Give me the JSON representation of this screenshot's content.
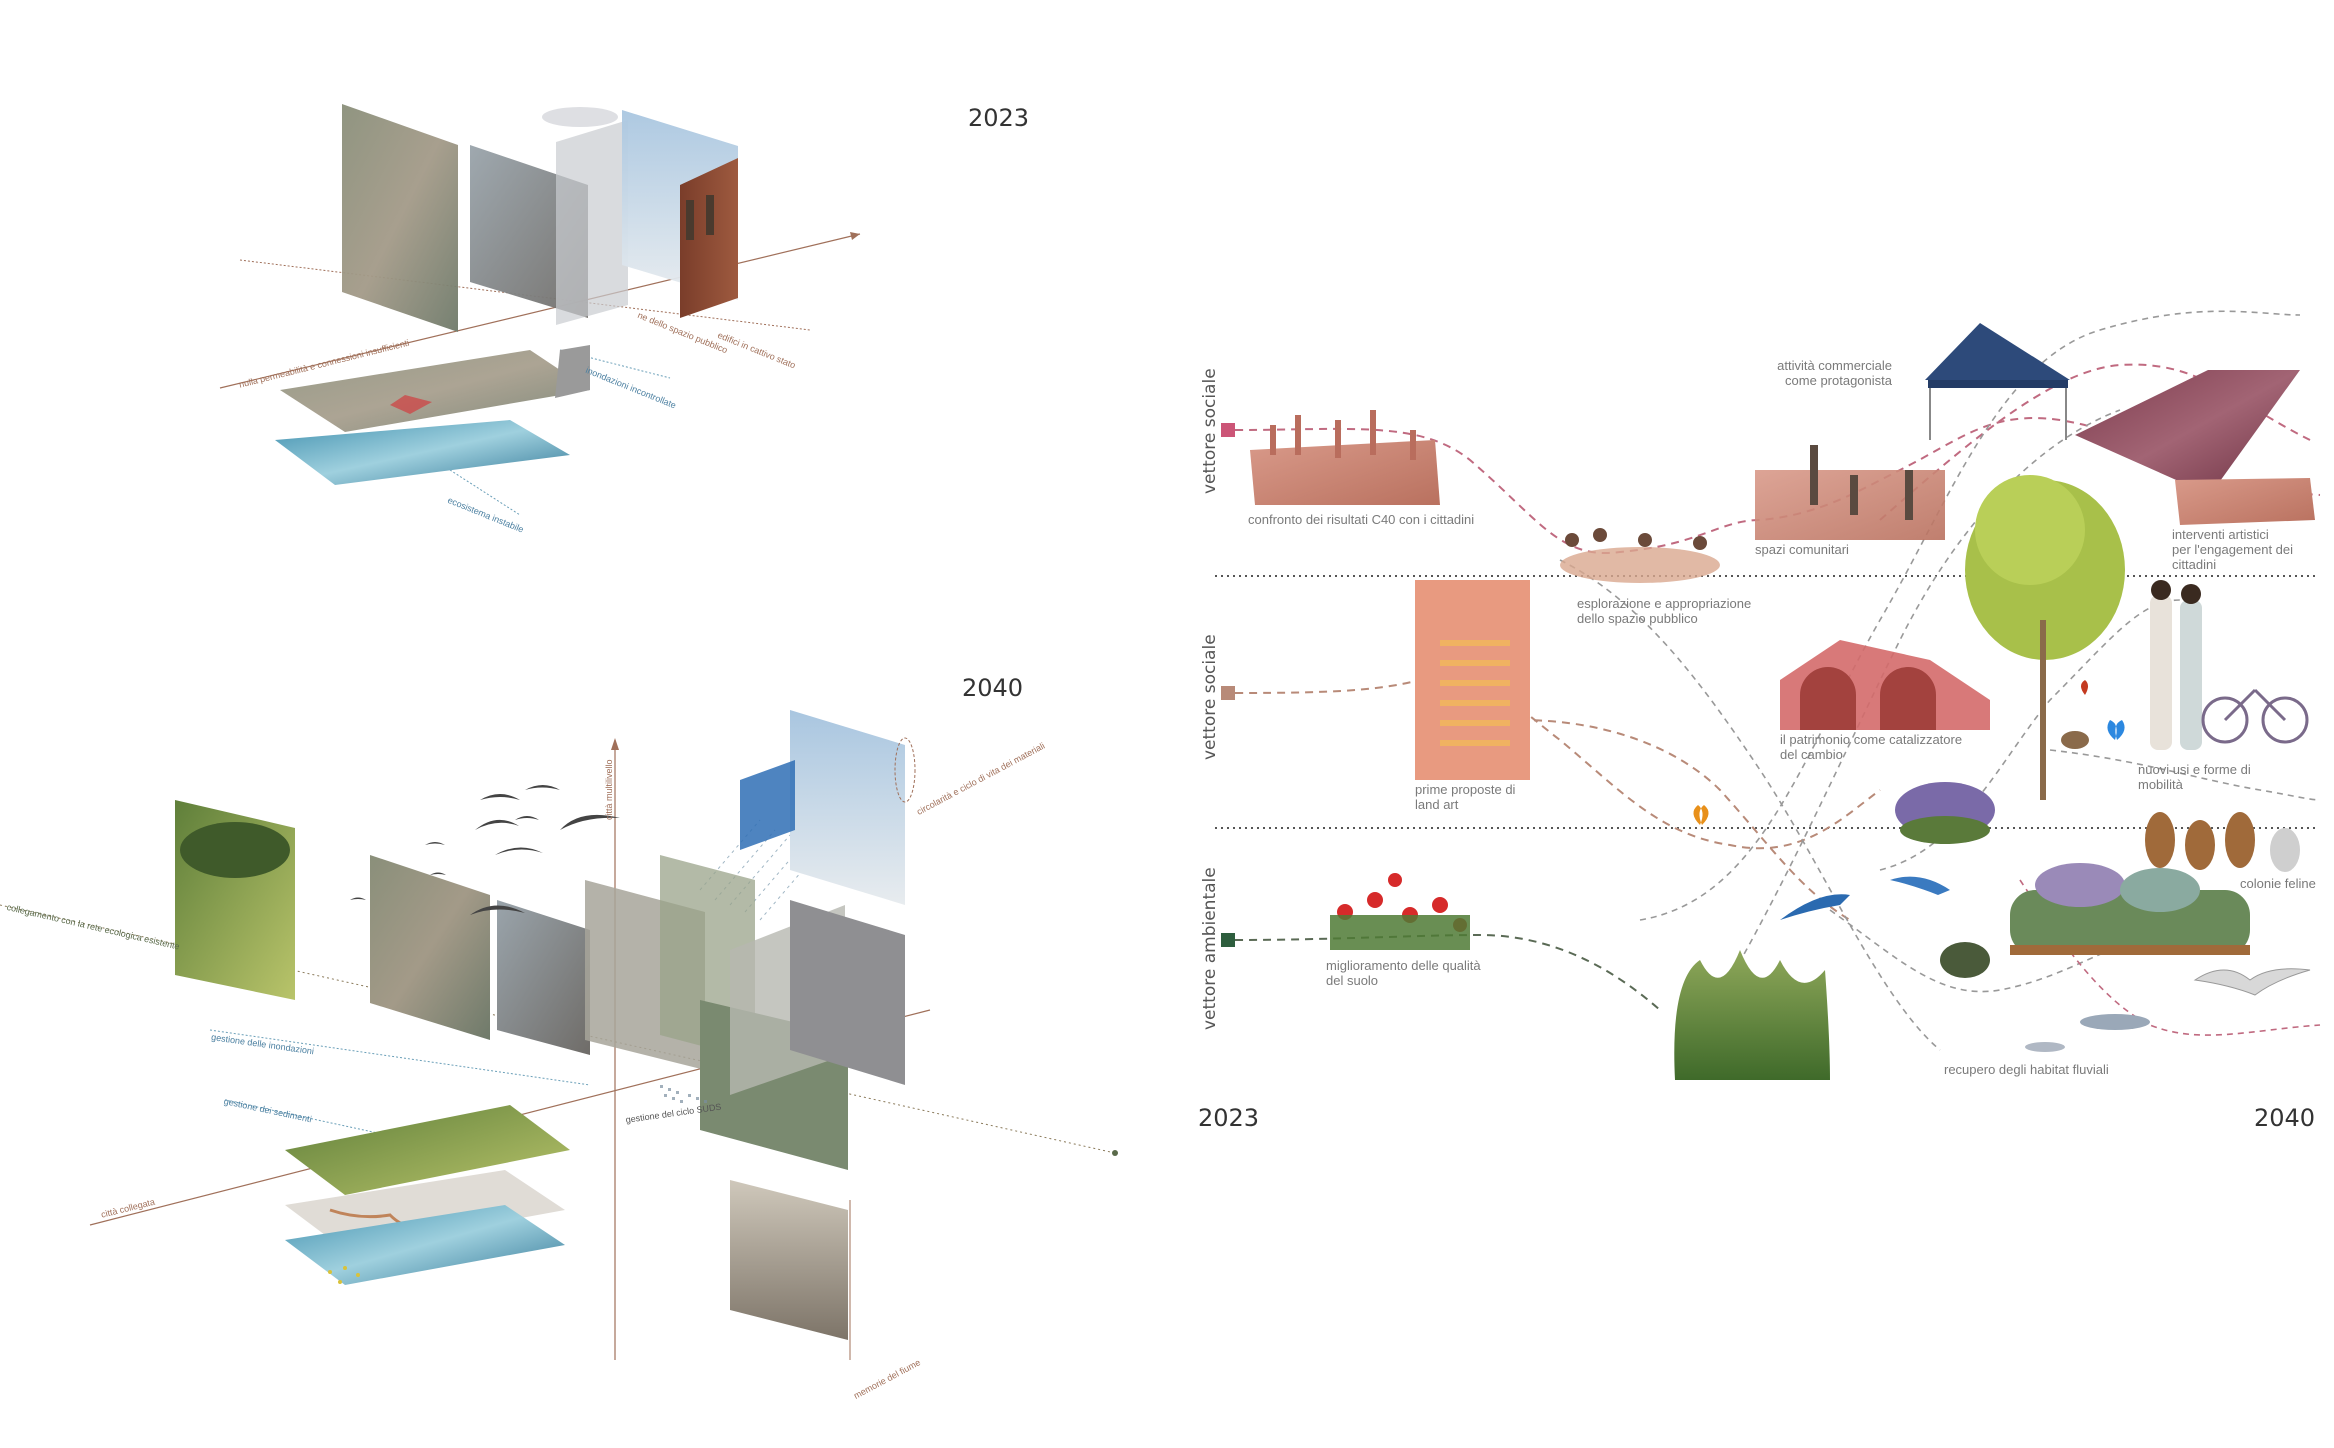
{
  "left": {
    "year_top": "2023",
    "year_bottom": "2040",
    "top_labels": {
      "edifici": "edifici in cattivo stato",
      "spazio": "ne dello spazio pubblico",
      "permeabilita": "nulla permeabilità e connessioni insufficienti",
      "inondazioni": "inondazioni incontrollate",
      "ecosistema": "ecosistema instabile"
    },
    "bottom_labels": {
      "collegamento": "collegamento con la rete ecologica esistente",
      "multilivello": "città multilivello",
      "circolarita": "circolarità e ciclo di vita dei materiali",
      "inondazioni": "gestione delle inondazioni",
      "sedimenti": "gestione dei sedimenti",
      "suds": "gestione del ciclo SUDS",
      "citta": "città collegata",
      "memorie": "memorie del fiume"
    }
  },
  "right": {
    "row_labels": [
      "vettore sociale",
      "vettore sociale",
      "vettore ambientale"
    ],
    "row_colors": [
      "#cc5577",
      "#b88a78",
      "#2e5e3e"
    ],
    "year_start": "2023",
    "year_end": "2040",
    "captions": {
      "c40_line1": "confronto dei risultati C40 con i cittadini",
      "commerciale_line1": "attività commerciale",
      "commerciale_line2": "come protagonista",
      "spazi": "spazi comunitari",
      "esplorazione_line1": "esplorazione e appropriazione",
      "esplorazione_line2": "dello spazio pubblico",
      "interventi_line1": "interventi artistici",
      "interventi_line2": "per l'engagement dei",
      "interventi_line3": "cittadini",
      "prime_line1": "prime proposte di",
      "prime_line2": "land art",
      "patrimonio_line1": "il patrimonio come catalizzatore",
      "patrimonio_line2": "del cambio",
      "nuovi_line1": "nuovi usi e forme di",
      "nuovi_line2": "mobilità",
      "colonie": "colonie feline",
      "suolo_line1": "miglioramento delle qualità",
      "suolo_line2": "del suolo",
      "habitat": "recupero degli habitat fluviali"
    }
  }
}
